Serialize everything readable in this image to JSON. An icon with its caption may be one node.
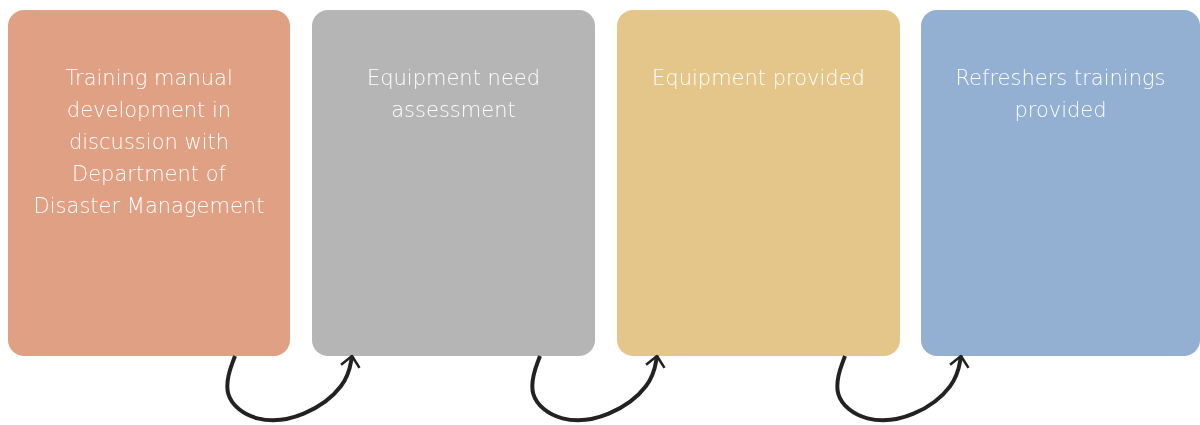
{
  "diagram": {
    "nodes": [
      {
        "text": [
          "Training manual development in discussion with Department of Disaster Management"
        ]
      },
      {
        "text": [
          "Equipment need assessment"
        ]
      },
      {
        "text": [
          "Equipment provided"
        ]
      },
      {
        "text": [
          "Refreshers trainings provided"
        ]
      }
    ],
    "edges": [
      {
        "from": 0,
        "to": 1,
        "arrow": "to"
      },
      {
        "from": 1,
        "to": 2,
        "arrow": "to"
      },
      {
        "from": 2,
        "to": 3,
        "arrow": "to"
      }
    ]
  }
}
